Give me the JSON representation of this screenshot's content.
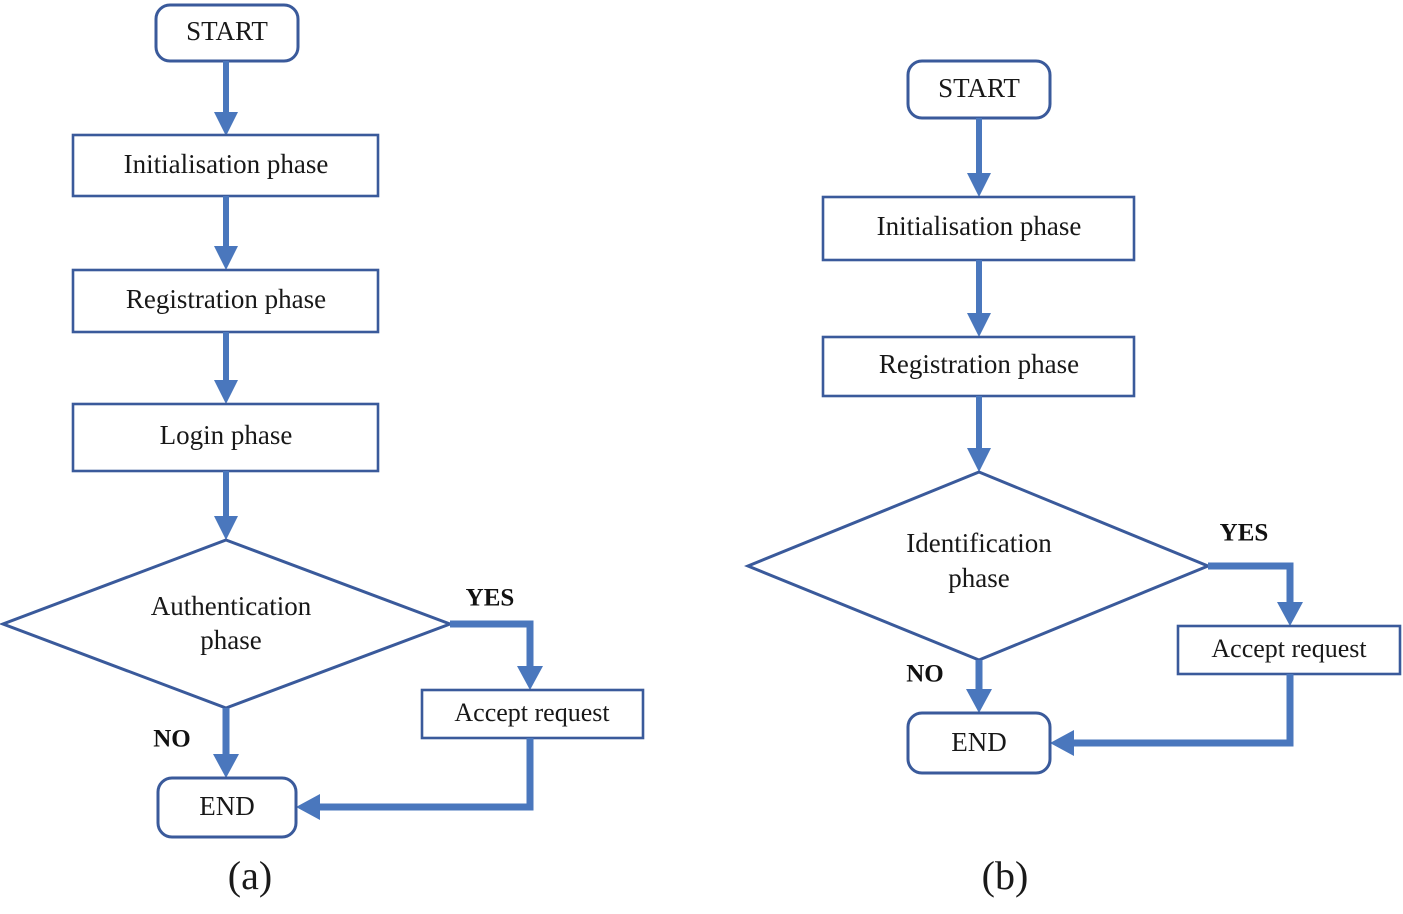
{
  "figure": {
    "background_color": "#ffffff",
    "shape_border_color": "#3a5a9b",
    "connector_color": "#4a77bd",
    "text_color": "#181818"
  },
  "panels": [
    {
      "caption": "(a)",
      "nodes": {
        "start": "START",
        "initialisation": "Initialisation phase",
        "registration": "Registration phase",
        "login": "Login phase",
        "decision_line1": "Authentication",
        "decision_line2": "phase",
        "accept": "Accept request",
        "end": "END"
      },
      "edge_labels": {
        "yes": "YES",
        "no": "NO"
      }
    },
    {
      "caption": "(b)",
      "nodes": {
        "start": "START",
        "initialisation": "Initialisation phase",
        "registration": "Registration phase",
        "decision_line1": "Identification",
        "decision_line2": "phase",
        "accept": "Accept request",
        "end": "END"
      },
      "edge_labels": {
        "yes": "YES",
        "no": "NO"
      }
    }
  ]
}
